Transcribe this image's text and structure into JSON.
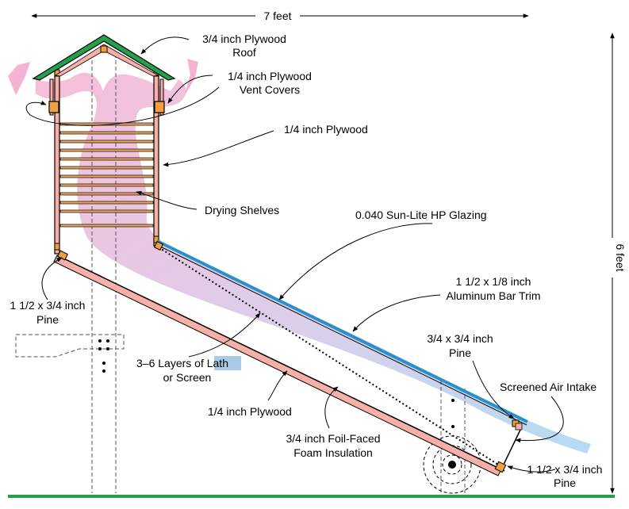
{
  "colors": {
    "roof": "#22a04a",
    "plywood": "#f7b0a8",
    "pine": "#f0a040",
    "glazing": "#2a90cc",
    "ground": "#22a04a",
    "airflow_warm": "#f6b2d2",
    "airflow_cool": "#a8d4f0",
    "shelves": "#f0a860"
  },
  "dimensions": {
    "width": "7 feet",
    "height": "6 feet"
  },
  "labels": {
    "roof": [
      "3/4 inch Plywood",
      "Roof"
    ],
    "vent_covers": [
      "1/4 inch Plywood",
      "Vent Covers"
    ],
    "cabinet_plywood": "1/4 inch Plywood",
    "drying_shelves": "Drying Shelves",
    "glazing": "0.040 Sun-Lite HP Glazing",
    "aluminum_trim": [
      "1 1/2 x 1/8 inch",
      "Aluminum Bar Trim"
    ],
    "pine_left": [
      "1 1/2 x 3/4 inch",
      "Pine"
    ],
    "lath_prefix": "3–6 Layers of ",
    "lath_highlight": "Lath",
    "lath_line2": "or Screen",
    "pine_square": [
      "3/4 x 3/4 inch",
      "Pine"
    ],
    "air_intake": "Screened Air Intake",
    "collector_plywood": "1/4 inch Plywood",
    "foam": [
      "3/4 inch Foil-Faced",
      "Foam Insulation"
    ],
    "pine_bottom": [
      "1 1/2 x 3/4 inch",
      "Pine"
    ]
  },
  "icons": {
    "shelf_bolts": "bolt-hole-icon",
    "wheel": "wheel-icon"
  }
}
